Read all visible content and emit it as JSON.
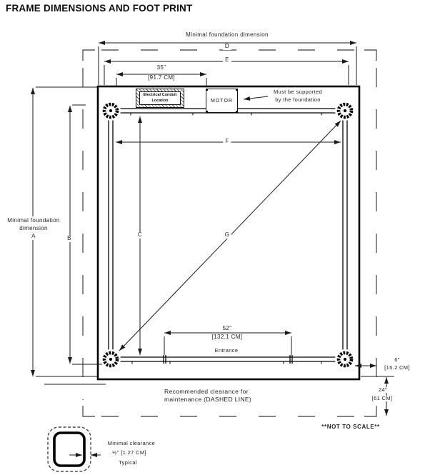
{
  "title": "FRAME DIMENSIONS AND FOOT PRINT",
  "labels": {
    "min_foundation_top": "Minimal foundation dimension",
    "dim_d": "D",
    "dim_e": "E",
    "dim_f": "F",
    "dim_c": "C",
    "dim_g": "G",
    "dim_a": "A",
    "dim_b": "B",
    "min_foundation_left_1": "Minimal foundation",
    "min_foundation_left_2": "dimension"
  },
  "measurements": {
    "width_35_in": "35\"",
    "width_35_cm": "[91.7 CM]",
    "width_52_in": "52\"",
    "width_52_cm": "[132.1 CM]",
    "offset_6_in": "6\"",
    "offset_6_cm": "[15.2 CM]",
    "offset_24_in": "24\"",
    "offset_24_cm": "[61 CM]",
    "clearance_half": "½\" [1.27 CM]"
  },
  "annotations": {
    "electrical_conduit_1": "Electrical Conduit",
    "electrical_conduit_2": "Location",
    "motor": "MOTOR",
    "support_1": "Must be supported",
    "support_2": "by the foundation",
    "entrance": "Entrance",
    "clearance_note_1": "Recommended clearance for",
    "clearance_note_2": "maintenance (DASHED LINE)",
    "not_to_scale": "**NOT TO SCALE**",
    "min_clearance_1": "Minimal clearance",
    "min_clearance_2": "Typical"
  },
  "colors": {
    "line": "#1a1a1a",
    "frame": "#000000",
    "dashed": "#5a5a5a",
    "text": "#232323"
  }
}
